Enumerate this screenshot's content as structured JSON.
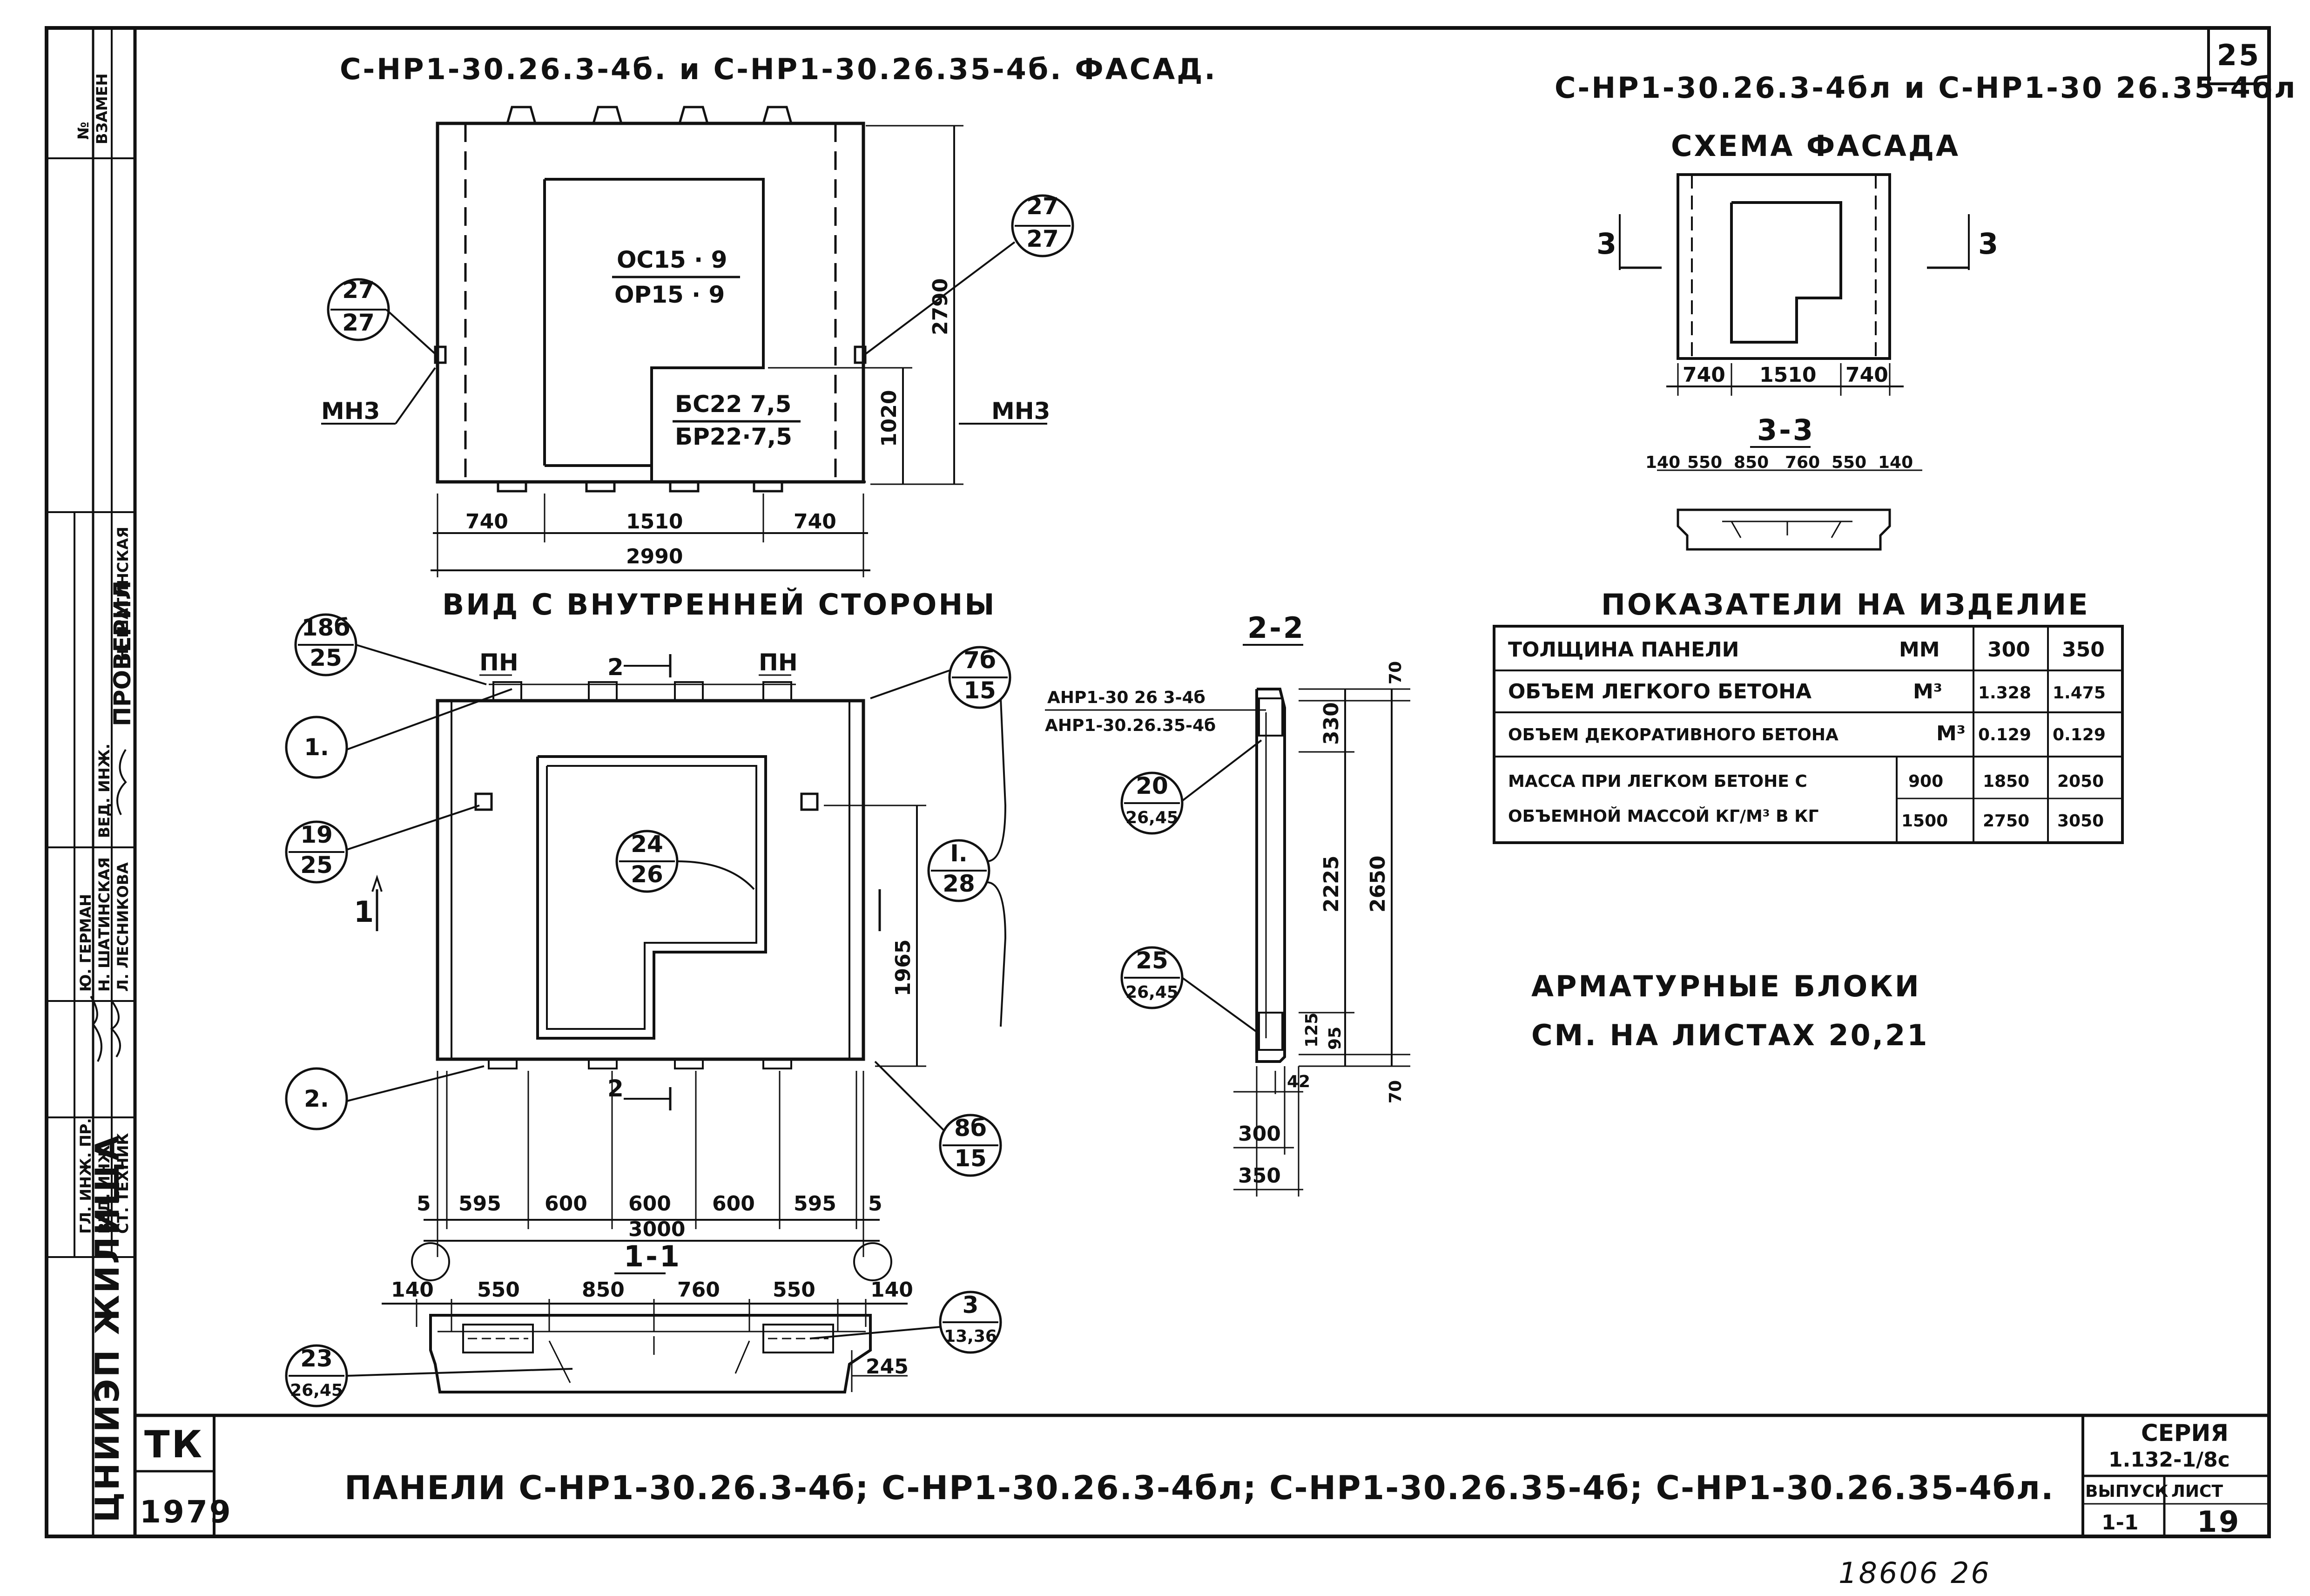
{
  "sheet_number": "25",
  "facade": {
    "title": "С-НР1-30.26.3-4б. и С-НР1-30.26.35-4б. ФАСАД.",
    "window_mark_top": "ОС15 · 9",
    "window_mark_bottom": "ОР15 · 9",
    "door_mark_top": "БС22 7,5",
    "door_mark_bottom": "БР22·7,5",
    "mnz_left": "МН3",
    "mnz_right": "МН3",
    "dim_height": "2790",
    "dim_sill": "1020",
    "dim_740_left": "740",
    "dim_1510": "1510",
    "dim_740_right": "740",
    "dim_total": "2990",
    "callout_left": {
      "top": "27",
      "bottom": "27"
    },
    "callout_right": {
      "top": "27",
      "bottom": "27"
    }
  },
  "scheme": {
    "title": "С-НР1-30.26.3-4бл и С-НР1-30 26.35-4бл",
    "subtitle": "СХЕМА ФАСАДА",
    "cut_left": "3",
    "cut_right": "3",
    "dims": [
      "740",
      "1510",
      "740"
    ],
    "section_title": "3-3",
    "section_dims": [
      "140",
      "550",
      "850",
      "760",
      "550",
      "140"
    ]
  },
  "inner_view": {
    "title": "ВИД С ВНУТРЕННЕЙ СТОРОНЫ",
    "pn_left": "ПН",
    "pn_right": "ПН",
    "cut_top": "2",
    "cut_bottom": "2",
    "cut_side": "1",
    "dim_1965": "1965",
    "bottom_dims": [
      "5",
      "595",
      "600",
      "600",
      "600",
      "595",
      "5"
    ],
    "dim_total": "3000",
    "callouts": [
      {
        "top": "18б",
        "bottom": "25"
      },
      {
        "top": "1.",
        "bottom": ""
      },
      {
        "top": "19",
        "bottom": "25"
      },
      {
        "top": "24",
        "bottom": "26"
      },
      {
        "top": "7б",
        "bottom": "15"
      },
      {
        "top": "I.",
        "bottom": "28"
      },
      {
        "top": "2.",
        "bottom": ""
      },
      {
        "top": "8б",
        "bottom": "15"
      }
    ]
  },
  "section_1_1": {
    "title": "1-1",
    "dims": [
      "140",
      "550",
      "850",
      "760",
      "550",
      "140"
    ],
    "dim_245": "245",
    "callout_23": {
      "top": "23",
      "bottom": "26,45"
    },
    "callout_3": {
      "top": "3",
      "bottom": "13,36"
    }
  },
  "section_2_2": {
    "title": "2-2",
    "mark_1": "АНР1-30 26 3-4б",
    "mark_2": "АНР1-30.26.35-4б",
    "dims_vertical": [
      "70",
      "330",
      "2225",
      "2650",
      "95",
      "125",
      "70"
    ],
    "dim_42": "42",
    "dim_300": "300",
    "dim_350": "350",
    "callout_20": {
      "top": "20",
      "bottom": "26,45"
    },
    "callout_25": {
      "top": "25",
      "bottom": "26,45"
    }
  },
  "indicators": {
    "title": "ПОКАЗАТЕЛИ НА ИЗДЕЛИЕ",
    "rows": [
      {
        "label": "ТОЛЩИНА ПАНЕЛИ",
        "unit": "ММ",
        "v300": "300",
        "v350": "350"
      },
      {
        "label": "ОБЪЕМ ЛЕГКОГО БЕТОНА",
        "unit": "М³",
        "v300": "1.328",
        "v350": "1.475"
      },
      {
        "label": "ОБЪЕМ ДЕКОРАТИВНОГО БЕТОНА",
        "unit": "М³",
        "v300": "0.129",
        "v350": "0.129"
      }
    ],
    "mass_label_1": "МАССА ПРИ ЛЕГКОМ БЕТОНЕ С",
    "mass_label_2": "ОБЪЕМНОЙ МАССОЙ КГ/М³ В КГ",
    "mass_rows": [
      {
        "density": "900",
        "v300": "1850",
        "v350": "2050"
      },
      {
        "density": "1500",
        "v300": "2750",
        "v350": "3050"
      }
    ]
  },
  "note": {
    "line1": "АРМАТУРНЫЕ БЛОКИ",
    "line2": "СМ. НА ЛИСТАХ 20,21"
  },
  "title_block": {
    "tk": "ТК",
    "year": "1979",
    "title": "ПАНЕЛИ С-НР1-30.26.3-4б; С-НР1-30.26.3-4бл; С-НР1-30.26.35-4б; С-НР1-30.26.35-4бл.",
    "series_label": "СЕРИЯ",
    "series_value": "1.132-1/8с",
    "issue_label": "ВЫПУСК",
    "issue_value": "1-1",
    "sheet_label": "ЛИСТ",
    "sheet_value": "19",
    "inventory": "18606 26"
  },
  "side_stamp": {
    "no": "№",
    "vzamen": "ВЗАМЕН",
    "proveril": "ПРОВЕРИЛ",
    "org": "ЦНИИЭП ЖИЛИЩА",
    "roles": [
      "ГЛ. ИНЖ. ПР.",
      "ВЕД. ИНЖ.",
      "СТ. ТЕХНИК"
    ],
    "names": [
      "Ю. ГЕРМАН",
      "Н. ШАТИНСКАЯ",
      "Л. ЛЕСНИКОВА"
    ],
    "checker_role": "ВЕД. ИНЖ.",
    "checker_name": "Н. ШАТИНСКАЯ"
  }
}
